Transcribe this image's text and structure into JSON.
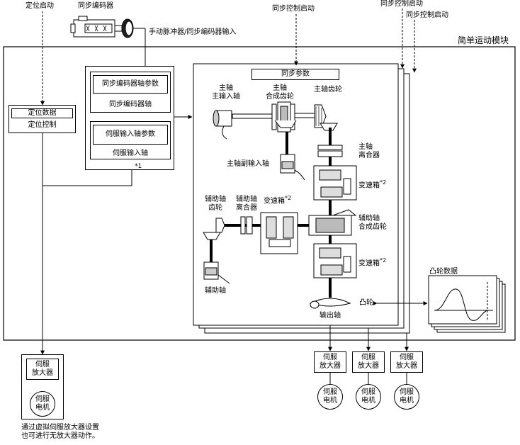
{
  "top_labels": {
    "positioning_start": "定位启动",
    "sync_encoder": "同步编码器",
    "manual_pulse_input": "手动脉冲器/同步编码器输入",
    "sync_control_start_main": "同步控制启动",
    "sync_control_start_2": "同步控制启动",
    "sync_control_start_3": "同步控制启动"
  },
  "module_title": "简单运动模块",
  "positioning": {
    "data_label": "定位数据",
    "control_label": "定位控制"
  },
  "input_axes": {
    "encoder_param": "同步编码器轴参数",
    "encoder_axis": "同步编码器轴",
    "servo_param": "伺服输入轴参数",
    "servo_axis": "伺服输入轴",
    "note1": "*1"
  },
  "sync": {
    "params": "同步参数",
    "main_axis_line1": "主轴",
    "main_axis_line2": "主输入轴",
    "main_comp_line1": "主轴",
    "main_comp_line2": "合成齿轮",
    "main_gear": "主轴齿轮",
    "main_clutch_line1": "主轴",
    "main_clutch_line2": "离合器",
    "main_sub_input": "主轴副输入轴",
    "gearbox": "变速箱",
    "note2": "*2",
    "aux_gear_line1": "辅助轴",
    "aux_gear_line2": "齿轮",
    "aux_clutch_line1": "辅助轴",
    "aux_clutch_line2": "离合器",
    "aux_comp_line1": "辅助轴",
    "aux_comp_line2": "合成齿轮",
    "aux_axis": "辅助轴",
    "cam": "凸轮",
    "output_axis": "输出轴"
  },
  "cam_data": "凸轮数据",
  "amp_line1": "伺服",
  "amp_line2": "放大器",
  "motor_line1": "伺服",
  "motor_line2": "电机",
  "footnote_line1": "通过虚拟伺服放大器设置",
  "footnote_line2": "也可进行无放大器动作。"
}
